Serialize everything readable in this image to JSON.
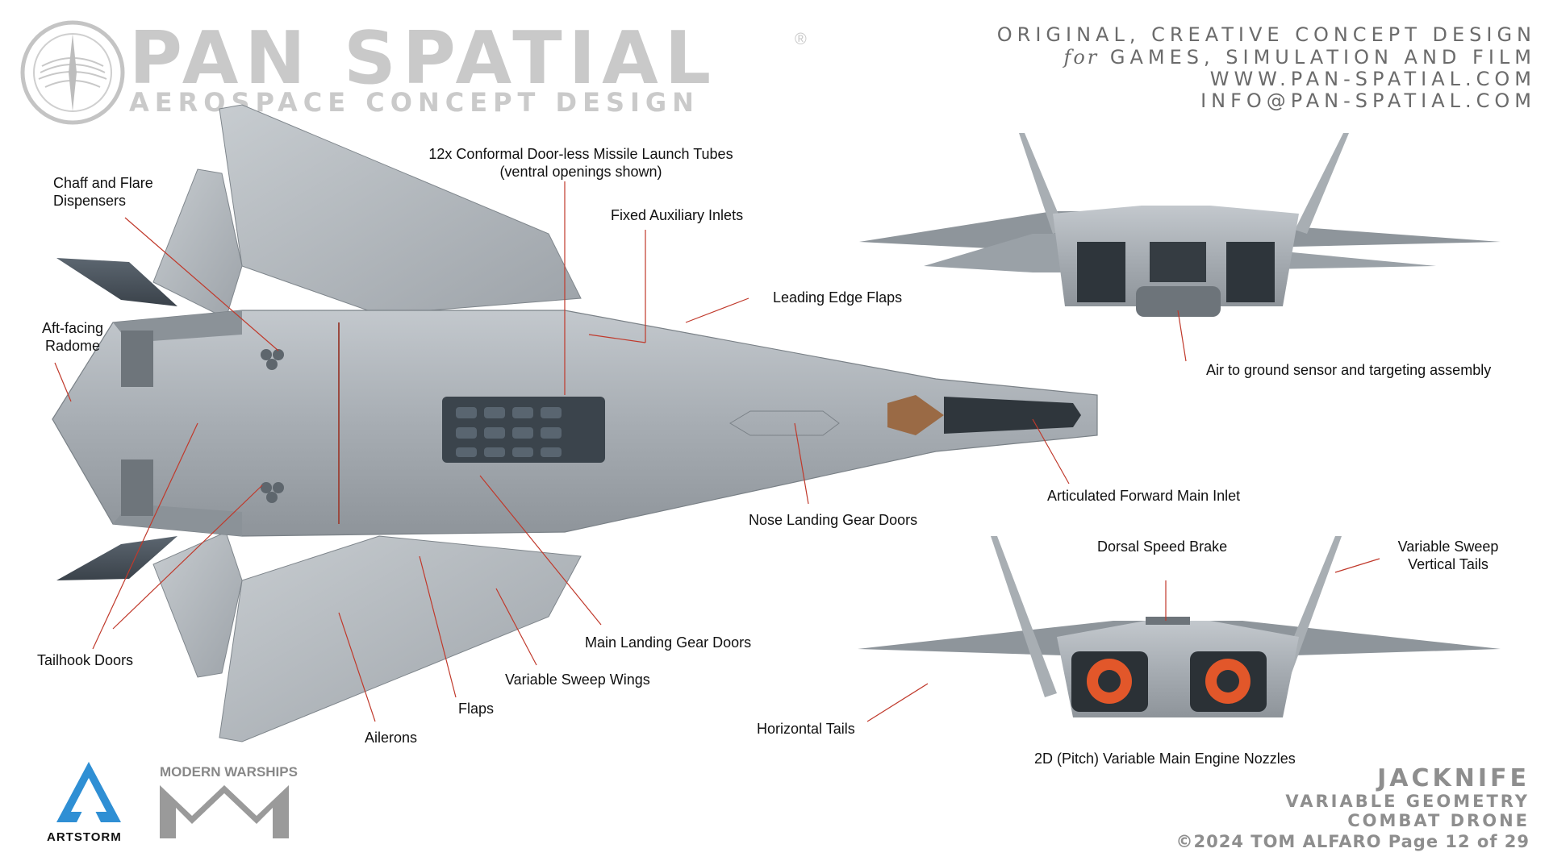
{
  "brand": {
    "title": "PAN SPATIAL",
    "registered": "®",
    "subtitle": "AEROSPACE CONCEPT DESIGN"
  },
  "info_lines": {
    "line1": "ORIGINAL, CREATIVE CONCEPT DESIGN",
    "line2_for": "for",
    "line2_rest": "GAMES, SIMULATION AND FILM",
    "line3": "WWW.PAN-SPATIAL.COM",
    "line4": "INFO@PAN-SPATIAL.COM"
  },
  "callouts": {
    "chaff": "Chaff and Flare\nDispensers",
    "radome": "Aft-facing\nRadome",
    "tailhook": "Tailhook Doors",
    "missile": "12x Conformal Door-less Missile Launch Tubes\n(ventral openings shown)",
    "aux_inlets": "Fixed Auxiliary Inlets",
    "le_flaps": "Leading Edge Flaps",
    "nose_gear": "Nose Landing Gear Doors",
    "main_gear": "Main Landing Gear Doors",
    "sweep_wings": "Variable Sweep Wings",
    "flaps": "Flaps",
    "ailerons": "Ailerons",
    "fwd_inlet": "Articulated Forward Main Inlet",
    "sensor": "Air to ground sensor and targeting assembly",
    "speed_brake": "Dorsal Speed Brake",
    "vert_tails": "Variable Sweep\nVertical Tails",
    "horiz_tails": "Horizontal Tails",
    "nozzles": "2D (Pitch) Variable Main Engine Nozzles"
  },
  "title_block": {
    "name": "JACKNIFE",
    "line2": "VARIABLE GEOMETRY",
    "line3": "COMBAT DRONE",
    "copyright": "©2024 TOM ALFARO Page 12 of 29"
  },
  "logos": {
    "artstorm": "ARTSTORM",
    "modern_warships": "MODERN WARSHIPS",
    "mw_mark": "MW"
  },
  "colors": {
    "leader_line": "#c0392b",
    "aircraft_gray": "#a9afb5",
    "brand_gray": "#c9c9c9",
    "nozzle_orange": "#e2572a"
  }
}
